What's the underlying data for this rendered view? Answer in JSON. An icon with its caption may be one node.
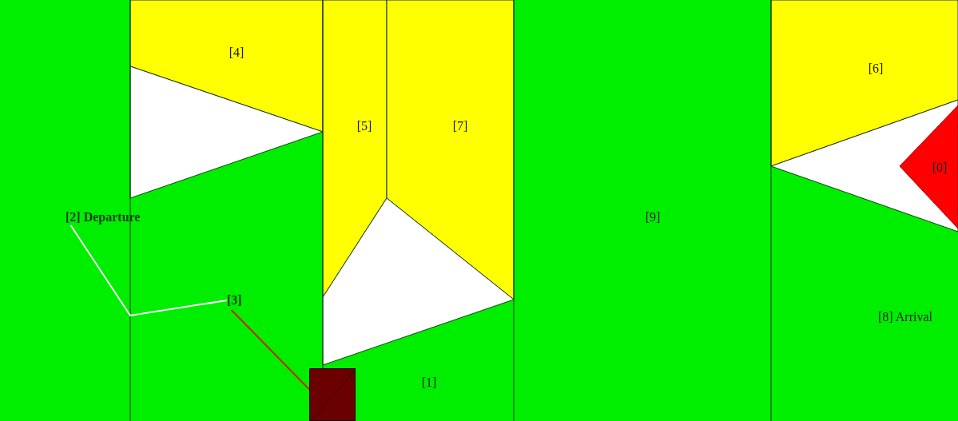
{
  "diagram": {
    "nodes": [
      {
        "text": [
          "[2] Departure"
        ]
      },
      {
        "text": [
          "[3]"
        ]
      },
      {
        "text": [],
        "shape": "box"
      }
    ],
    "edges": [
      {
        "from": 0,
        "to": 1,
        "arrow": "none",
        "color": "#ffffff"
      },
      {
        "from": 1,
        "to": 2,
        "arrow": "none",
        "color": "#cc2200"
      }
    ],
    "labels": [
      "[4]",
      "[6]",
      "[5]",
      "[7]",
      "[0]",
      "[9]",
      "[8] Arrival",
      "[1]"
    ]
  }
}
